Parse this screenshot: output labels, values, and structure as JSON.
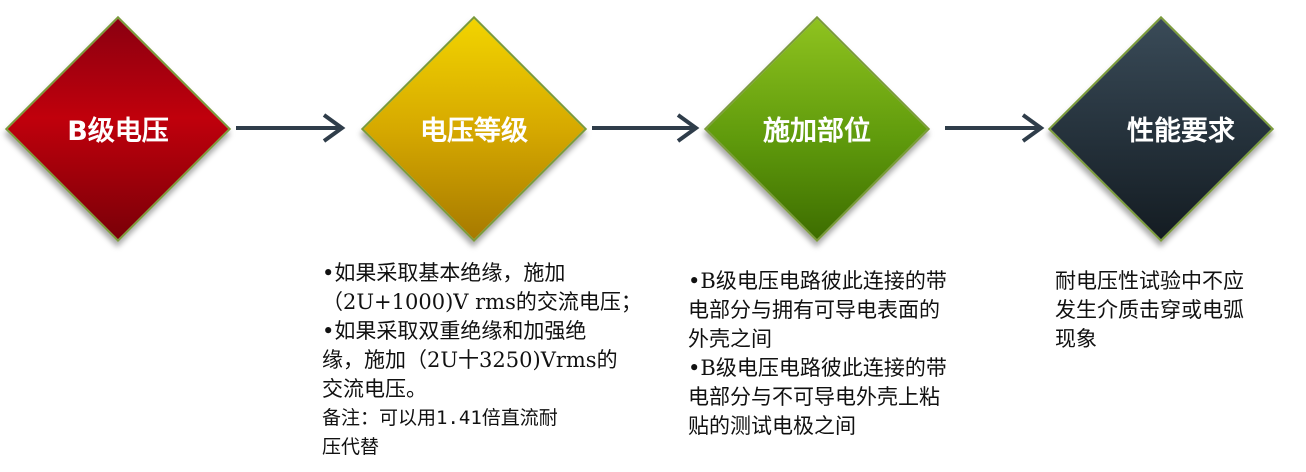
{
  "steps": [
    {
      "label": "B级电压",
      "color": "#c0000c"
    },
    {
      "label": "电压等级",
      "color": "#d6a900"
    },
    {
      "label": "施加部位",
      "color": "#5f9a0c"
    },
    {
      "label": "性能要求",
      "color": "#26333d"
    }
  ],
  "descriptions": {
    "voltage_level": {
      "lines": [
        "•如果采取基本绝缘，施加",
        "（2U+1000)V rms的交流电压；",
        "•如果采取双重绝缘和加强绝",
        "缘，施加（2U十3250)Vrms的",
        "交流电压。"
      ],
      "note_lines": [
        "备注：可以用1.41倍直流耐",
        "压代替"
      ]
    },
    "application_location": {
      "lines": [
        "•B级电压电路彼此连接的带",
        "电部分与拥有可导电表面的",
        "外壳之间",
        "•B级电压电路彼此连接的带",
        "电部分与不可导电外壳上粘",
        "贴的测试电极之间"
      ]
    },
    "performance_requirement": {
      "lines": [
        "耐电压性试验中不应",
        "发生介质击穿或电弧",
        "现象"
      ]
    }
  },
  "arrow_color": "#2f3d4a"
}
